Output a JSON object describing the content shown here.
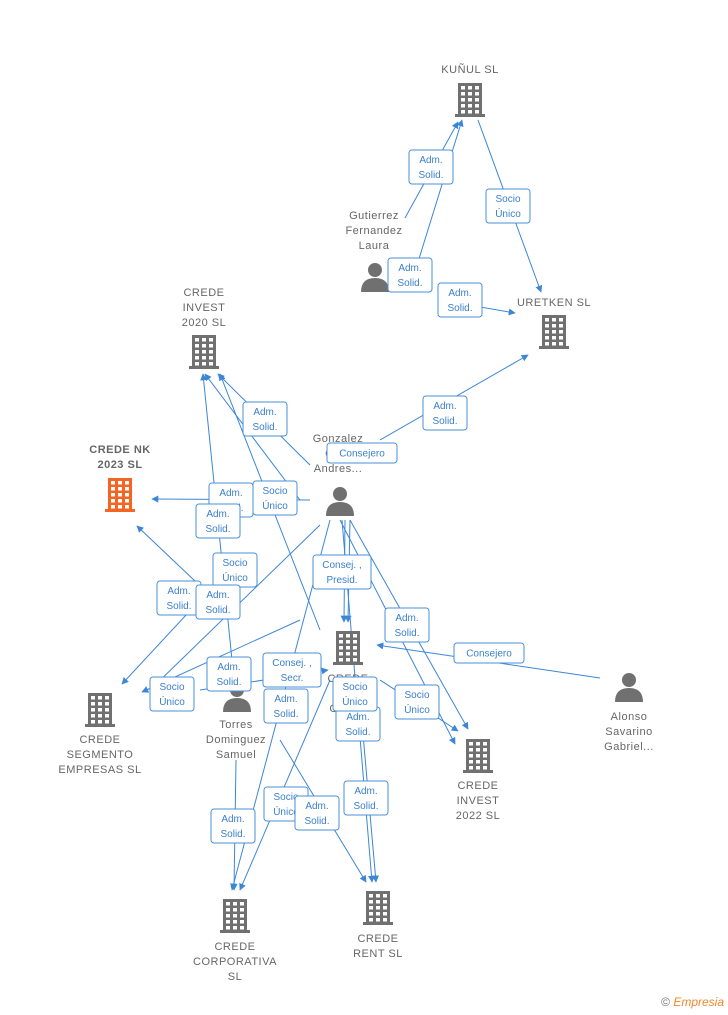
{
  "colors": {
    "edge": "#3d86d6",
    "building": "#707070",
    "highlight": "#f26522",
    "person": "#707070"
  },
  "nodes": [
    {
      "id": "kunul",
      "kind": "company",
      "label": [
        "KUÑUL  SL"
      ],
      "highlight": false
    },
    {
      "id": "uretken",
      "kind": "company",
      "label": [
        "URETKEN  SL"
      ],
      "highlight": false
    },
    {
      "id": "invest2020",
      "kind": "company",
      "label": [
        "CREDE",
        "INVEST",
        "2020  SL"
      ],
      "highlight": false
    },
    {
      "id": "nk2023",
      "kind": "company",
      "label": [
        "CREDE NK",
        "2023  SL"
      ],
      "highlight": true
    },
    {
      "id": "capital",
      "kind": "company",
      "label": [
        "CREDE",
        "CA...",
        "GRO..."
      ],
      "highlight": false
    },
    {
      "id": "segmento",
      "kind": "company",
      "label": [
        "CREDE",
        "SEGMENTO",
        "EMPRESAS  SL"
      ],
      "highlight": false
    },
    {
      "id": "invest2022",
      "kind": "company",
      "label": [
        "CREDE",
        "INVEST",
        "2022  SL"
      ],
      "highlight": false
    },
    {
      "id": "corporativa",
      "kind": "company",
      "label": [
        "CREDE",
        "CORPORATIVA",
        "SL"
      ],
      "highlight": false
    },
    {
      "id": "rent",
      "kind": "company",
      "label": [
        "CREDE",
        "RENT  SL"
      ],
      "highlight": false
    },
    {
      "id": "gutierrez",
      "kind": "person",
      "label": [
        "Gutierrez",
        "Fernandez",
        "Laura"
      ]
    },
    {
      "id": "gonzalez",
      "kind": "person",
      "label": [
        "Gonzalez",
        "Ch...",
        "Andres..."
      ]
    },
    {
      "id": "torres",
      "kind": "person",
      "label": [
        "Torres",
        "Dominguez",
        "Samuel"
      ]
    },
    {
      "id": "alonso",
      "kind": "person",
      "label": [
        "Alonso",
        "Savarino",
        "Gabriel..."
      ]
    }
  ],
  "edges": [
    {
      "from": "gutierrez",
      "to": "kunul",
      "label": [
        "Adm.",
        "Solid."
      ]
    },
    {
      "from": "kunul",
      "to": "uretken",
      "label": [
        "Socio",
        "Único"
      ]
    },
    {
      "from": "gutierrez",
      "to": "kunul",
      "label": [
        "Adm.",
        "Solid."
      ]
    },
    {
      "from": "gutierrez",
      "to": "uretken",
      "label": [
        "Adm.",
        "Solid."
      ]
    },
    {
      "from": "gonzalez",
      "to": "uretken",
      "label": [
        "Adm.",
        "Solid."
      ]
    },
    {
      "from": "gonzalez",
      "to": "invest2020",
      "label": [
        "Adm.",
        "Solid."
      ]
    },
    {
      "from": "gonzalez",
      "to": "capital",
      "label": [
        "Consejero"
      ]
    },
    {
      "from": "gonzalez",
      "to": "nk2023",
      "label": [
        "Adm.",
        "Solid."
      ]
    },
    {
      "from": "capital",
      "to": "invest2020",
      "label": [
        "Socio",
        "Único"
      ]
    },
    {
      "from": "torres",
      "to": "nk2023",
      "label": [
        "Adm.",
        "Solid."
      ]
    },
    {
      "from": "capital",
      "to": "nk2023",
      "label": [
        "Socio",
        "Único"
      ]
    },
    {
      "from": "torres",
      "to": "segmento",
      "label": [
        "Adm.",
        "Solid."
      ]
    },
    {
      "from": "torres",
      "to": "invest2020",
      "label": [
        "Adm.",
        "Solid."
      ]
    },
    {
      "from": "gonzalez",
      "to": "capital",
      "label": [
        "Consej. ,",
        "Presid."
      ]
    },
    {
      "from": "gonzalez",
      "to": "invest2022",
      "label": [
        "Adm.",
        "Solid."
      ]
    },
    {
      "from": "alonso",
      "to": "capital",
      "label": [
        "Consejero"
      ]
    },
    {
      "from": "capital",
      "to": "segmento",
      "label": [
        "Socio",
        "Único"
      ]
    },
    {
      "from": "gonzalez",
      "to": "segmento",
      "label": [
        "Adm.",
        "Solid."
      ]
    },
    {
      "from": "torres",
      "to": "capital",
      "label": [
        "Consej. ,",
        "Secr."
      ]
    },
    {
      "from": "torres",
      "to": "corporativa",
      "label": [
        "Adm.",
        "Solid."
      ]
    },
    {
      "from": "capital",
      "to": "invest2022",
      "label": [
        "Socio",
        "Único"
      ]
    },
    {
      "from": "gonzalez",
      "to": "invest2022",
      "label": [
        "Adm.",
        "Solid."
      ]
    },
    {
      "from": "gonzalez",
      "to": "rent",
      "label": [
        "Adm.",
        "Solid."
      ]
    },
    {
      "from": "capital",
      "to": "corporativa",
      "label": [
        "Socio",
        "Único"
      ]
    },
    {
      "from": "torres",
      "to": "rent",
      "label": [
        "Adm.",
        "Solid."
      ]
    },
    {
      "from": "gonzalez",
      "to": "corporativa",
      "label": [
        "Adm.",
        "Solid."
      ]
    },
    {
      "from": "capital",
      "to": "rent",
      "label": [
        "Socio",
        "Único"
      ]
    }
  ],
  "footer": {
    "copyright": "©",
    "brand": "Empresia"
  }
}
